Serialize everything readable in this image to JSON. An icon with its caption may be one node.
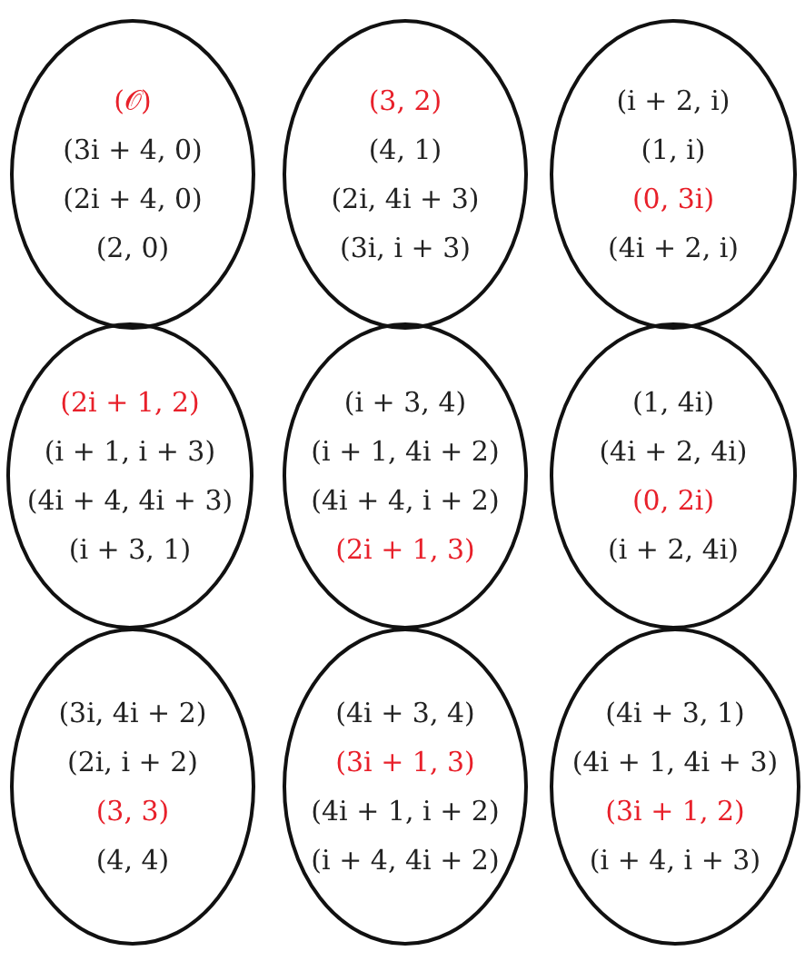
{
  "diagram": {
    "nodes": [
      {
        "text": [
          "(𝒪)",
          "(3i + 4, 0)",
          "(2i + 4, 0)",
          "(2, 0)"
        ]
      },
      {
        "text": [
          "(3, 2)",
          "(4, 1)",
          "(2i, 4i + 3)",
          "(3i, i + 3)"
        ]
      },
      {
        "text": [
          "(i + 2, i)",
          "(1, i)",
          "(0, 3i)",
          "(4i + 2, i)"
        ]
      },
      {
        "text": [
          "(2i + 1, 2)",
          "(i + 1, i + 3)",
          "(4i + 4, 4i + 3)",
          "(i + 3, 1)"
        ]
      },
      {
        "text": [
          "(i + 3, 4)",
          "(i + 1, 4i + 2)",
          "(4i + 4, i + 2)",
          "(2i + 1, 3)"
        ]
      },
      {
        "text": [
          "(1, 4i)",
          "(4i + 2, 4i)",
          "(0, 2i)",
          "(i + 2, 4i)"
        ]
      },
      {
        "text": [
          "(3i, 4i + 2)",
          "(2i, i + 2)",
          "(3, 3)",
          "(4, 4)"
        ]
      },
      {
        "text": [
          "(4i + 3, 4)",
          "(3i + 1, 3)",
          "(4i + 1, i + 2)",
          "(i + 4, 4i + 2)"
        ]
      },
      {
        "text": [
          "(4i + 3, 1)",
          "(4i + 1, 4i + 3)",
          "(3i + 1, 2)",
          "(i + 4, i + 3)"
        ]
      }
    ]
  }
}
